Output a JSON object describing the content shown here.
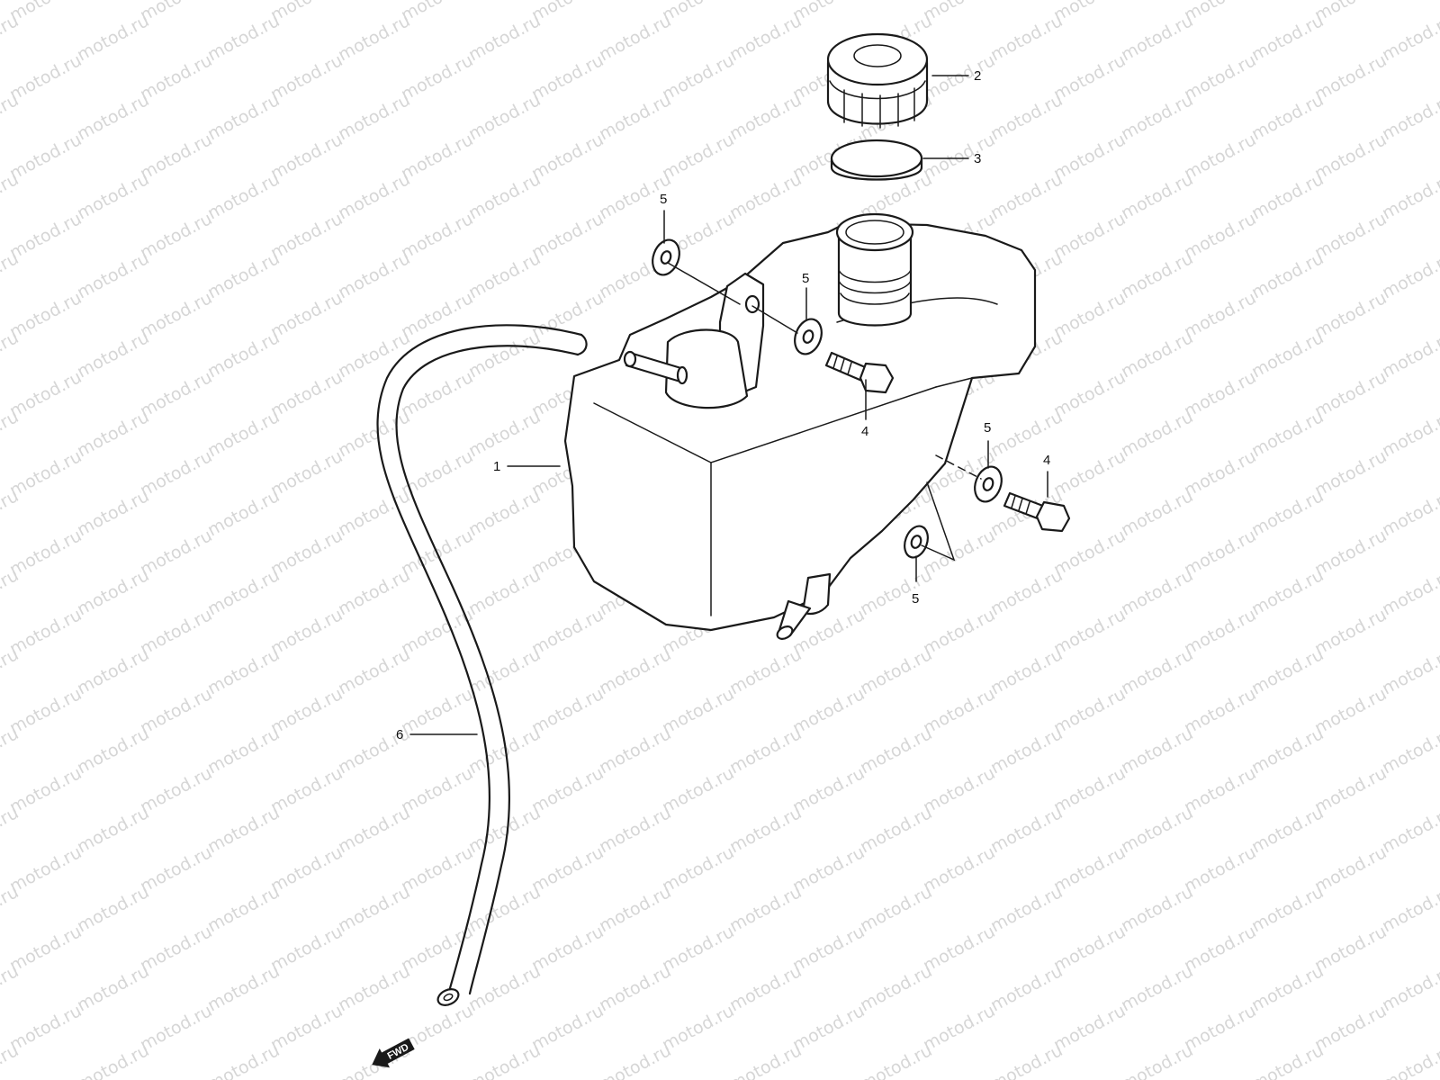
{
  "watermark": "motod.ru",
  "callouts": {
    "tank": "1",
    "cap": "2",
    "gasket": "3",
    "bolt_upper": "4",
    "bolt_right": "4",
    "washer_upper_left": "5",
    "washer_upper_mid": "5",
    "washer_right": "5",
    "washer_lower": "5",
    "hose": "6"
  },
  "fwd_label": "FWD",
  "colors": {
    "line": "#1a1a1a",
    "watermark": "#d6d6d6"
  }
}
